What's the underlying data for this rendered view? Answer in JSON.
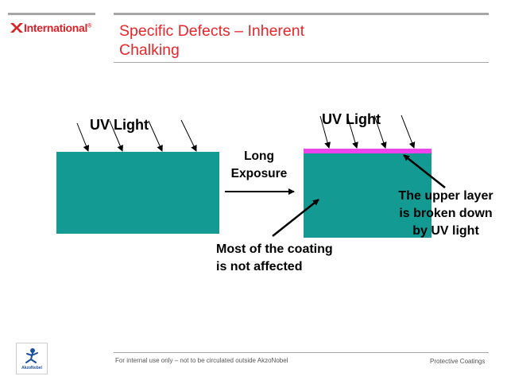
{
  "header": {
    "logo_text": "International",
    "logo_mark": "®",
    "title_line1": "Specific Defects – Inherent",
    "title_line2": "Chalking"
  },
  "diagram": {
    "left_label": "UV Light",
    "right_label": "UV Light",
    "process_line1": "Long",
    "process_line2": "Exposure",
    "note_upper_line1": "The upper layer",
    "note_upper_line2": "is broken down",
    "note_upper_line3": "by UV light",
    "note_coating_line1": "Most of the coating",
    "note_coating_line2": "is not affected",
    "colors": {
      "coating": "#139a93",
      "degraded_layer": "#ee44ee"
    }
  },
  "footer": {
    "left_text": "For internal use only – not to be circulated outside AkzoNobel",
    "right_text": "Protective Coatings",
    "brand_logo_text": "AkzoNobel"
  }
}
